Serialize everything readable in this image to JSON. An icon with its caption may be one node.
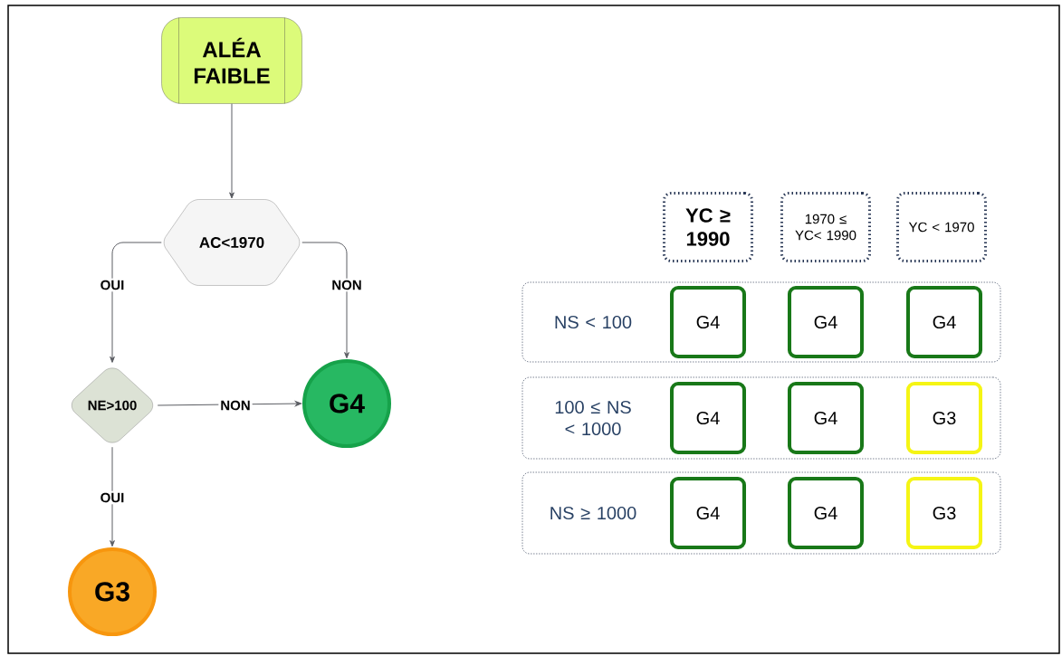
{
  "diagram": {
    "nodes": [
      {
        "text": [
          "ALÉA FAIBLE"
        ]
      },
      {
        "text": [
          "AC<1970"
        ]
      },
      {
        "text": [
          "NE>100"
        ]
      },
      {
        "text": [
          "G4"
        ]
      },
      {
        "text": [
          "G3"
        ]
      },
      {
        "text": [
          "YC ≥ 1990"
        ]
      },
      {
        "text": [
          "1970 ≤ YC< 1990"
        ]
      },
      {
        "text": [
          "YC < 1970"
        ]
      },
      {
        "text": [
          "NS < 100"
        ]
      },
      {
        "text": [
          "G4"
        ],
        "in": 8
      },
      {
        "text": [
          "G4"
        ],
        "in": 8
      },
      {
        "text": [
          "G4"
        ],
        "in": 8
      },
      {
        "text": [
          "100 ≤ NS < 1000"
        ]
      },
      {
        "text": [
          "G4"
        ],
        "in": 12
      },
      {
        "text": [
          "G4"
        ],
        "in": 12
      },
      {
        "text": [
          "G3"
        ],
        "in": 12
      },
      {
        "text": [
          "NS ≥ 1000"
        ]
      },
      {
        "text": [
          "G4"
        ],
        "in": 16
      },
      {
        "text": [
          "G4"
        ],
        "in": 16
      },
      {
        "text": [
          "G3"
        ],
        "in": 16
      }
    ],
    "edges": [
      {
        "from": 0,
        "to": 1,
        "arrow": "to"
      },
      {
        "from": 1,
        "to": 2,
        "arrow": "to",
        "label": "OUI"
      },
      {
        "from": 1,
        "to": 3,
        "arrow": "to",
        "label": "NON"
      },
      {
        "from": 2,
        "to": 3,
        "arrow": "to",
        "label": "NON"
      },
      {
        "from": 2,
        "to": 4,
        "arrow": "to",
        "label": "OUI"
      }
    ]
  }
}
